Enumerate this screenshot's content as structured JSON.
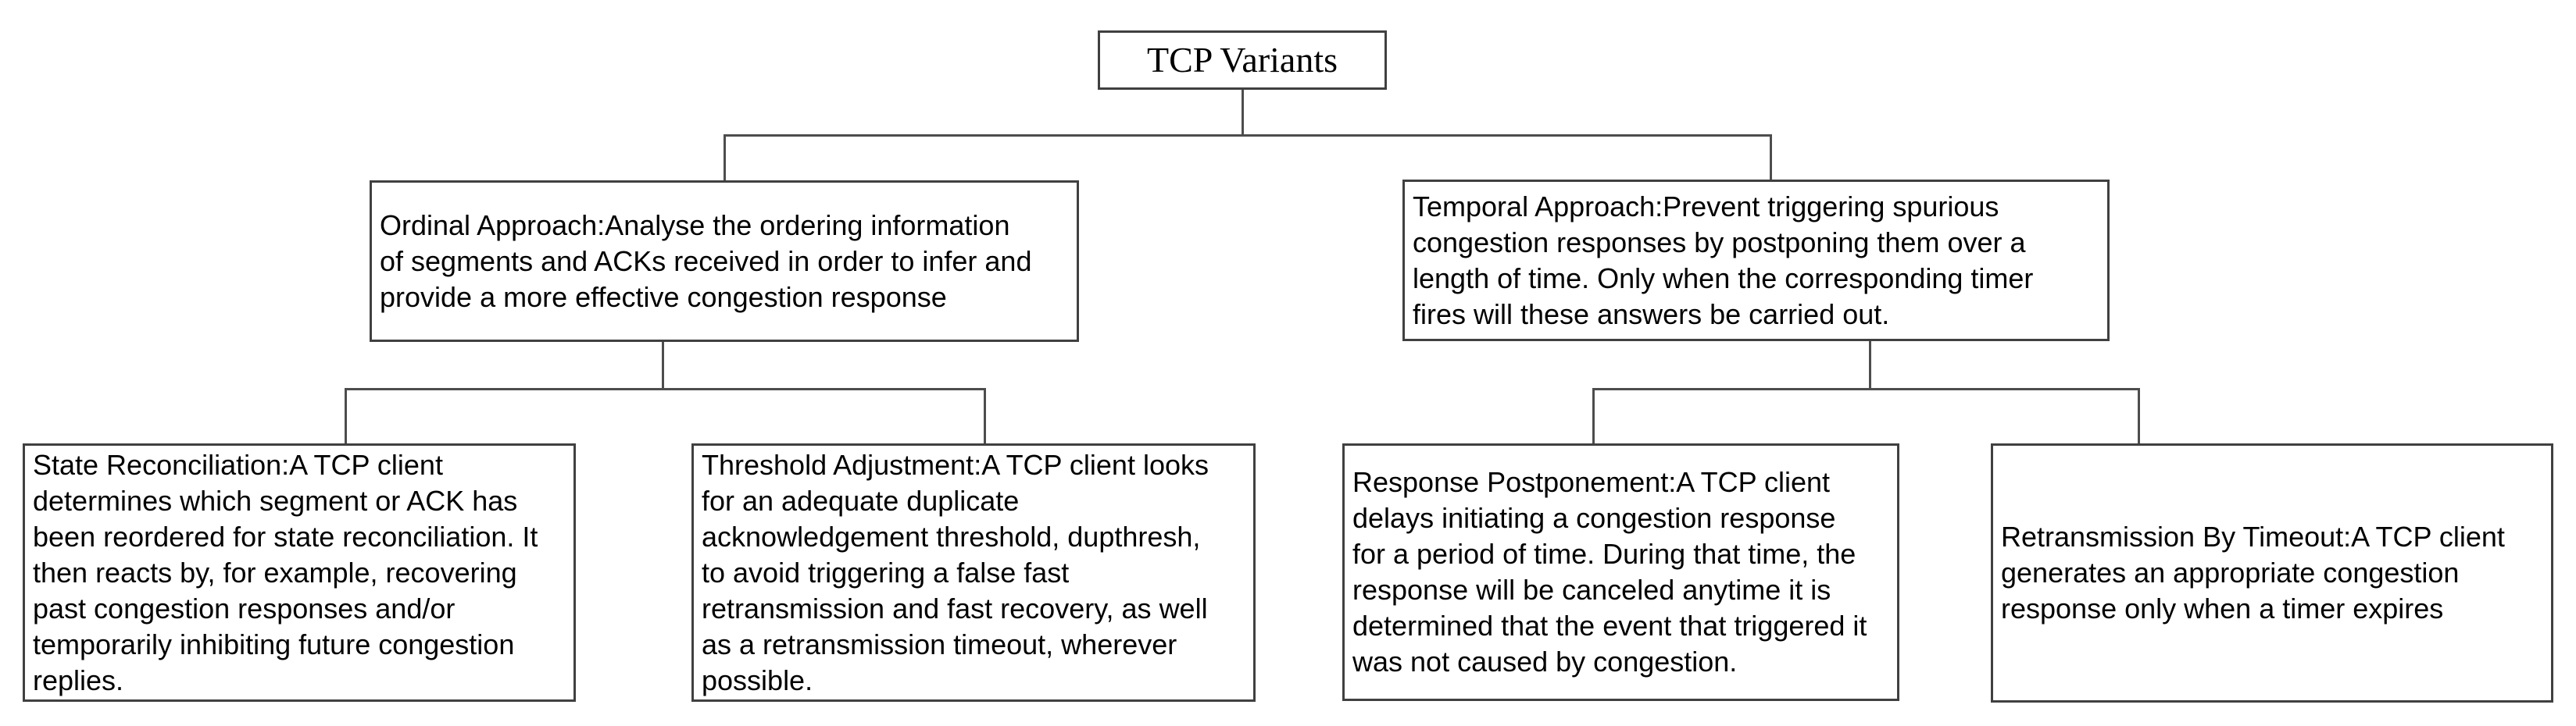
{
  "diagram": {
    "title": "TCP Variants",
    "colors": {
      "background": "#ffffff",
      "box_border": "#404040",
      "connector": "#4d4d4d",
      "text": "#000000"
    },
    "nodes": {
      "root": {
        "text": "TCP Variants"
      },
      "ordinal": {
        "text": "Ordinal Approach:Analyse the ordering information\nof segments and ACKs received in order to infer and\nprovide a more effective congestion response"
      },
      "temporal": {
        "text": "Temporal Approach:Prevent triggering spurious\ncongestion responses by postponing them over a\nlength of time. Only when the corresponding timer\nfires will these answers be carried out."
      },
      "state_reconciliation": {
        "text": "State Reconciliation:A TCP client\ndetermines which segment or ACK has\nbeen reordered for state reconciliation. It\nthen reacts by, for example, recovering\npast congestion responses and/or\ntemporarily inhibiting future congestion\nreplies."
      },
      "threshold_adjustment": {
        "text": "Threshold Adjustment:A TCP client looks\nfor an adequate duplicate\nacknowledgement threshold, dupthresh,\nto avoid triggering a false fast\nretransmission and fast recovery, as well\nas a retransmission timeout, wherever\npossible."
      },
      "response_postponement": {
        "text": "Response Postponement:A TCP client\ndelays initiating a congestion response\nfor a period of time. During that time, the\nresponse will be canceled anytime it is\ndetermined that the event that triggered it\nwas not caused by congestion."
      },
      "retransmission_by_timeout": {
        "text": "Retransmission By Timeout:A TCP client\ngenerates an appropriate congestion\nresponse only when a timer expires"
      }
    },
    "edges": [
      {
        "from": "root",
        "to": "ordinal"
      },
      {
        "from": "root",
        "to": "temporal"
      },
      {
        "from": "ordinal",
        "to": "state_reconciliation"
      },
      {
        "from": "ordinal",
        "to": "threshold_adjustment"
      },
      {
        "from": "temporal",
        "to": "response_postponement"
      },
      {
        "from": "temporal",
        "to": "retransmission_by_timeout"
      }
    ]
  }
}
